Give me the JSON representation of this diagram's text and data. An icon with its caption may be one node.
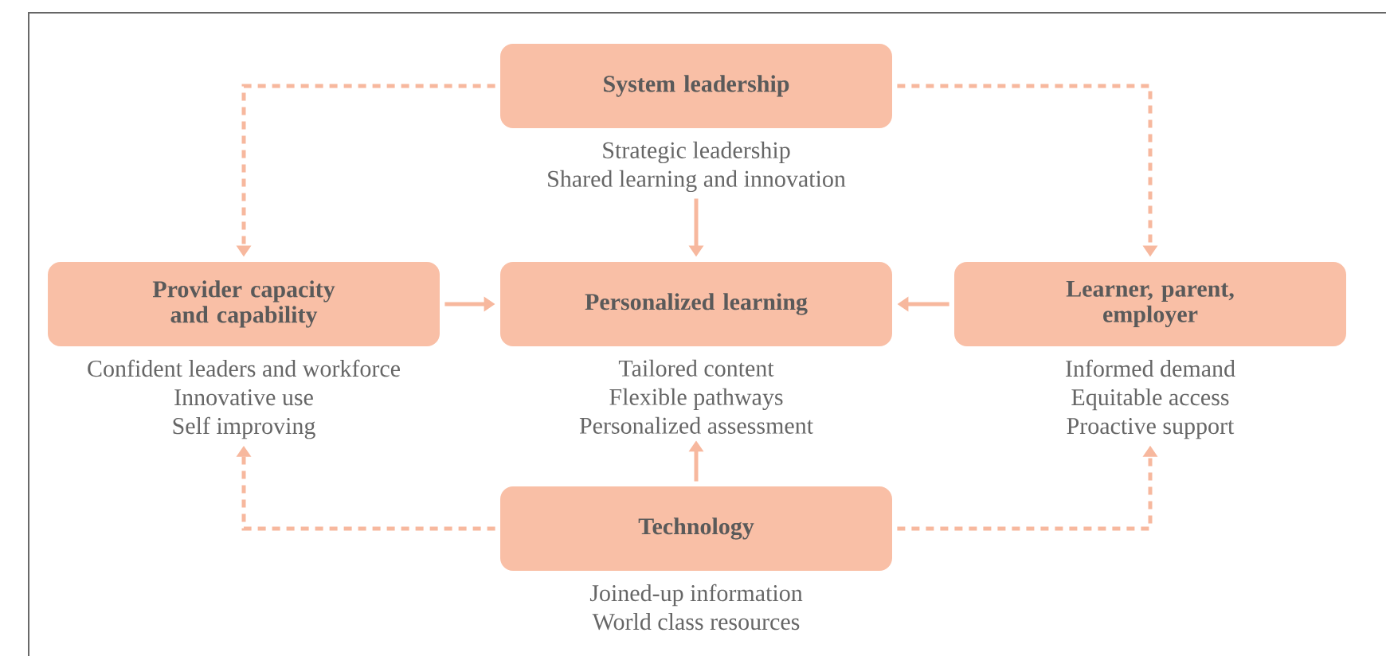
{
  "diagram": {
    "nodes": [
      {
        "text": [
          "System leadership"
        ],
        "beside": [
          "Strategic leadership",
          "Shared learning and innovation"
        ]
      },
      {
        "text": [
          "Provider capacity and capability"
        ],
        "beside": [
          "Confident leaders and workforce",
          "Innovative use",
          "Self improving"
        ]
      },
      {
        "text": [
          "Personalized learning"
        ],
        "beside": [
          "Tailored content",
          "Flexible pathways",
          "Personalized assessment"
        ]
      },
      {
        "text": [
          "Learner, parent, employer"
        ],
        "beside": [
          "Informed demand",
          "Equitable access",
          "Proactive support"
        ]
      },
      {
        "text": [
          "Technology"
        ],
        "beside": [
          "Joined-up information",
          "World class resources"
        ]
      }
    ],
    "edges": [
      {
        "from": 0,
        "to": 1,
        "arrow": "to",
        "style": "dashed"
      },
      {
        "from": 0,
        "to": 3,
        "arrow": "to",
        "style": "dashed"
      },
      {
        "from": 0,
        "to": 2,
        "arrow": "to"
      },
      {
        "from": 1,
        "to": 2,
        "arrow": "to"
      },
      {
        "from": 3,
        "to": 2,
        "arrow": "to"
      },
      {
        "from": 4,
        "to": 2,
        "arrow": "to"
      },
      {
        "from": 4,
        "to": 1,
        "arrow": "to",
        "style": "dashed"
      },
      {
        "from": 4,
        "to": 3,
        "arrow": "to",
        "style": "dashed"
      }
    ]
  }
}
